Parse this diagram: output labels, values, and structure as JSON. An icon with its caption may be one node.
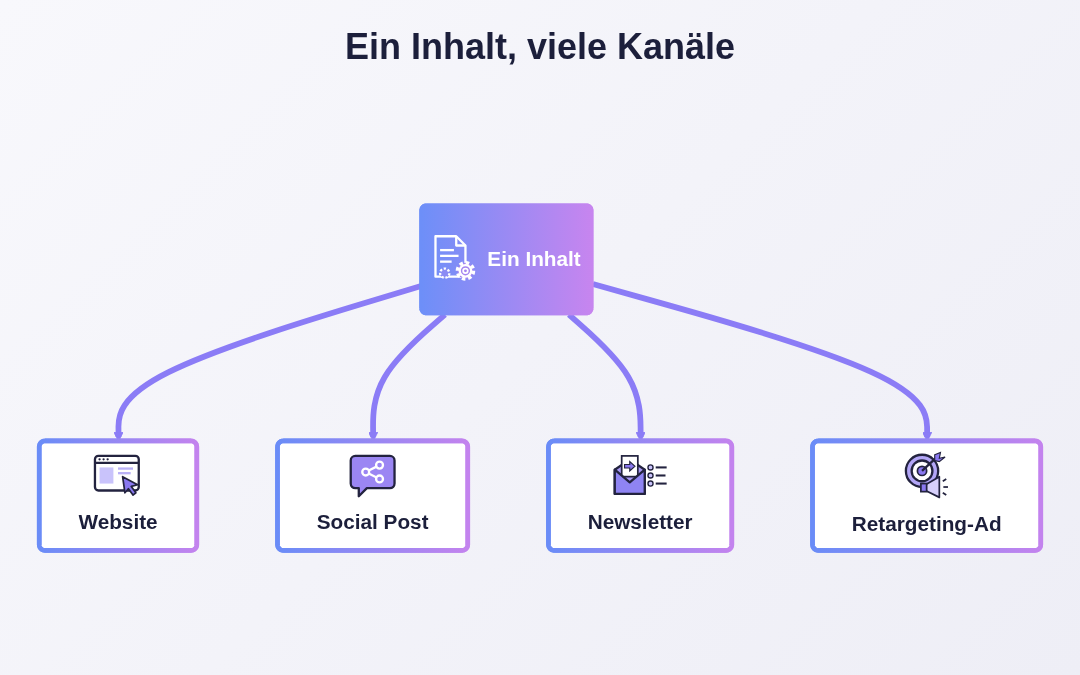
{
  "diagram": {
    "title": "Ein Inhalt, viele Kanäle",
    "nodes": [
      {
        "text": [
          "Website"
        ]
      },
      {
        "text": [
          "Social Post"
        ]
      },
      {
        "text": [
          "Ein Inhalt"
        ]
      },
      {
        "text": [
          "Newsletter"
        ]
      },
      {
        "text": [
          "Retargeting-Ad"
        ]
      }
    ],
    "edges": [
      {
        "from": 2,
        "to": 0,
        "arrow": "to"
      },
      {
        "from": 2,
        "to": 1,
        "arrow": "to"
      },
      {
        "from": 2,
        "to": 3,
        "arrow": "to"
      },
      {
        "from": 2,
        "to": 4,
        "arrow": "to"
      }
    ]
  }
}
